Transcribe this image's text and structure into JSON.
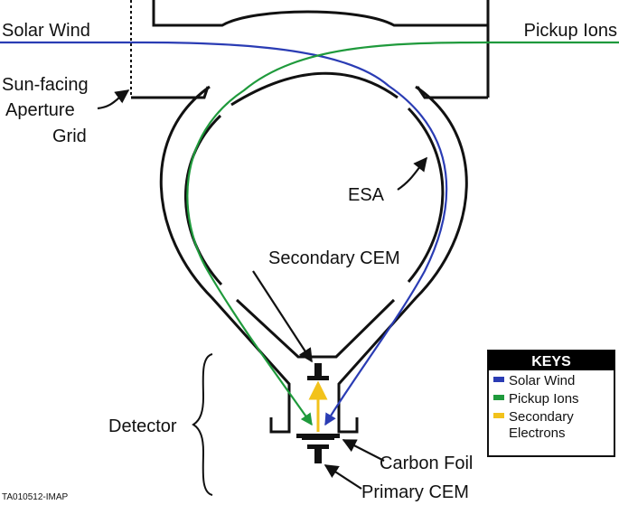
{
  "labels": {
    "solar_wind": "Solar Wind",
    "pickup_ions": "Pickup Ions",
    "aperture_line1": "Sun-facing",
    "aperture_line2": "Aperture",
    "aperture_line3": "Grid",
    "esa": "ESA",
    "secondary_cem": "Secondary CEM",
    "detector": "Detector",
    "carbon_foil": "Carbon Foil",
    "primary_cem": "Primary CEM",
    "figure_id": "TA010512-IMAP"
  },
  "keys": {
    "title": "KEYS",
    "items": [
      {
        "label": "Solar Wind",
        "color": "#2a3cb4"
      },
      {
        "label": "Pickup Ions",
        "color": "#1f9a3c"
      },
      {
        "label_line1": "Secondary",
        "label_line2": "Electrons",
        "color": "#f2c21b"
      }
    ]
  },
  "colors": {
    "solar_wind": "#2a3cb4",
    "pickup_ions": "#1f9a3c",
    "secondary_electrons": "#f2c21b",
    "structure": "#111111",
    "key_header_bg": "#000000"
  }
}
